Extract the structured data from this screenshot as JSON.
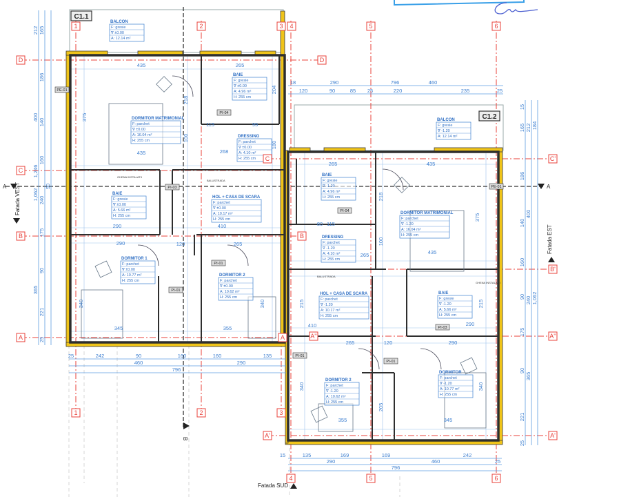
{
  "units": {
    "left": "C1.1",
    "right": "C1.2"
  },
  "grid_labels": {
    "numbers": [
      "1",
      "2",
      "3",
      "4",
      "5",
      "6"
    ],
    "letters_left": [
      "D",
      "C",
      "B",
      "A"
    ],
    "letters_right": [
      "C'",
      "B'",
      "A''",
      "A'"
    ]
  },
  "facades": {
    "west": "Fatada VEST",
    "east": "Fatada EST",
    "south": "Fatada SUD"
  },
  "sections": [
    "A",
    "A",
    "B"
  ],
  "rooms": [
    {
      "name": "BALCON",
      "floor": "F:   gresie",
      "level": "∇ ±0.00",
      "area": "A: 12.14 m²",
      "height": ""
    },
    {
      "name": "BAIE",
      "floor": "F:   gresie",
      "level": "∇ ±0.00",
      "area": "A: 4.96 m²",
      "height": "H: 255 cm"
    },
    {
      "name": "DORMITOR MATRIMONIAL",
      "floor": "F:          parchet",
      "level": "∇ ±0.00",
      "area": "A:       16.04 m²",
      "height": "H:        255 cm"
    },
    {
      "name": "DRESSING",
      "floor": "F:  parchet",
      "level": "∇ ±0.00",
      "area": "A: 4.10 m²",
      "height": "H: 255 cm"
    },
    {
      "name": "BAIE",
      "floor": "F:   gresie",
      "level": "∇ ±0.00",
      "area": "A: 5.66 m²",
      "height": "H: 255 cm"
    },
    {
      "name": "HOL + CASA DE SCARA",
      "floor": "F:          parchet",
      "level": "∇ ±0.00",
      "area": "A:       10.17 m²",
      "height": "H:        255 cm"
    },
    {
      "name": "DORMITOR 1",
      "floor": "F:  parchet",
      "level": "∇ ±0.00",
      "area": "A: 10.77 m²",
      "height": "H: 255 cm"
    },
    {
      "name": "DORMITOR 2",
      "floor": "F:  parchet",
      "level": "∇ ±0.00",
      "area": "A: 10.62 m²",
      "height": "H: 255 cm"
    },
    {
      "name": "BALCON",
      "floor": "F:   gresie",
      "level": "∇ -1.20",
      "area": "A: 12.14 m²",
      "height": ""
    },
    {
      "name": "BAIE",
      "floor": "F:   gresie",
      "level": "∇ -1.20",
      "area": "A: 4.96 m²",
      "height": "H: 255 cm"
    },
    {
      "name": "DRESSING",
      "floor": "F:  parchet",
      "level": "∇ -1.20",
      "area": "A: 4.10 m²",
      "height": "H: 255 cm"
    },
    {
      "name": "DORMITOR MATRIMONIAL",
      "floor": "F:          parchet",
      "level": "∇ -1.20",
      "area": "A:       16.04 m²",
      "height": "H:        255 cm"
    },
    {
      "name": "HOL + CASA DE SCARA",
      "floor": "F:          parchet",
      "level": "∇ -1.20",
      "area": "A:       10.17 m²",
      "height": "H:        255 cm"
    },
    {
      "name": "BAIE",
      "floor": "F:   gresie",
      "level": "∇ -1.20",
      "area": "A: 5.66 m²",
      "height": "H: 255 cm"
    },
    {
      "name": "DORMITOR 2",
      "floor": "F:  parchet",
      "level": "∇ -1.20",
      "area": "A: 10.62 m²",
      "height": "H: 255 cm"
    },
    {
      "name": "DORMITOR",
      "floor": "F:  parchet",
      "level": "∇ -1.20",
      "area": "A: 10.77 m²",
      "height": "H: 255 cm"
    }
  ],
  "element_tags": [
    "PI-04",
    "PI-03",
    "PI-01",
    "PI-01",
    "PE-01",
    "PI-04",
    "PI-03",
    "PI-01",
    "PI-01",
    "PE-01"
  ],
  "notes": [
    "GHENA INSTALATII",
    "BALUSTRADA",
    "GHENA INSTALATII",
    "BALUSTRADA"
  ],
  "dimensions": {
    "bottom_left": [
      "25",
      "242",
      "90",
      "160",
      "160",
      "135",
      "460",
      "290",
      "796"
    ],
    "bottom_right": [
      "15",
      "135",
      "169",
      "169",
      "242",
      "290",
      "460",
      "25",
      "796"
    ],
    "top_right": [
      "18",
      "290",
      "796",
      "460",
      "120",
      "90",
      "85",
      "25",
      "220",
      "235",
      "25"
    ],
    "left_vertical": [
      "212",
      "165",
      "186",
      "400",
      "140",
      "160",
      "1,246",
      "1,062",
      "240",
      "90",
      "175",
      "365",
      "90",
      "221",
      "25"
    ],
    "right_vertical": [
      "15",
      "165",
      "212",
      "184",
      "186",
      "400",
      "140",
      "160",
      "240",
      "1,062",
      "90",
      "175",
      "365",
      "90",
      "221",
      "25"
    ],
    "interior": [
      "435",
      "265",
      "375",
      "204",
      "218",
      "115",
      "95",
      "435",
      "268",
      "180",
      "100",
      "290",
      "410",
      "290",
      "120",
      "265",
      "340",
      "340",
      "345",
      "355",
      "265",
      "435",
      "218",
      "375",
      "115",
      "80",
      "100",
      "265",
      "435",
      "410",
      "290",
      "265",
      "120",
      "290",
      "215",
      "215",
      "340",
      "340",
      "355",
      "345",
      "205"
    ]
  },
  "stamp": {
    "signature": "signature",
    "colors": {
      "stamp": "#3aa0e8",
      "ink": "#4b5fd0"
    }
  },
  "colors": {
    "grid": "#e8403a",
    "dimension": "#3d7fd0",
    "insulation": "#f0c419",
    "wall": "#2e2e2e"
  }
}
